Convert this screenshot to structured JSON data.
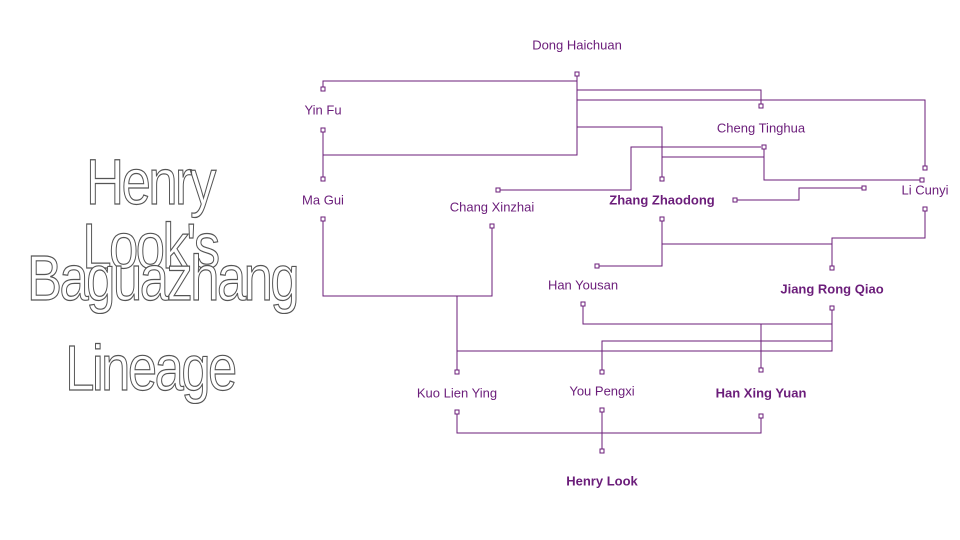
{
  "title_lines": [
    "Henry Look's",
    "Baguazhang",
    "Lineage"
  ],
  "colors": {
    "accent": "#6b1d7a",
    "title_outline": "#555555",
    "background": "#ffffff"
  },
  "nodes": {
    "dong_haichuan": "Dong Haichuan",
    "yin_fu": "Yin Fu",
    "cheng_tinghua": "Cheng Tinghua",
    "li_cunyi": "Li Cunyi",
    "ma_gui": "Ma Gui",
    "chang_xinzhai": "Chang Xinzhai",
    "zhang_zhaodong": "Zhang Zhaodong",
    "han_yousan": "Han Yousan",
    "jiang_rong_qiao": "Jiang Rong Qiao",
    "kuo_lien_ying": "Kuo Lien Ying",
    "you_pengxi": "You Pengxi",
    "han_xing_yuan": "Han Xing Yuan",
    "henry_look": "Henry Look"
  }
}
